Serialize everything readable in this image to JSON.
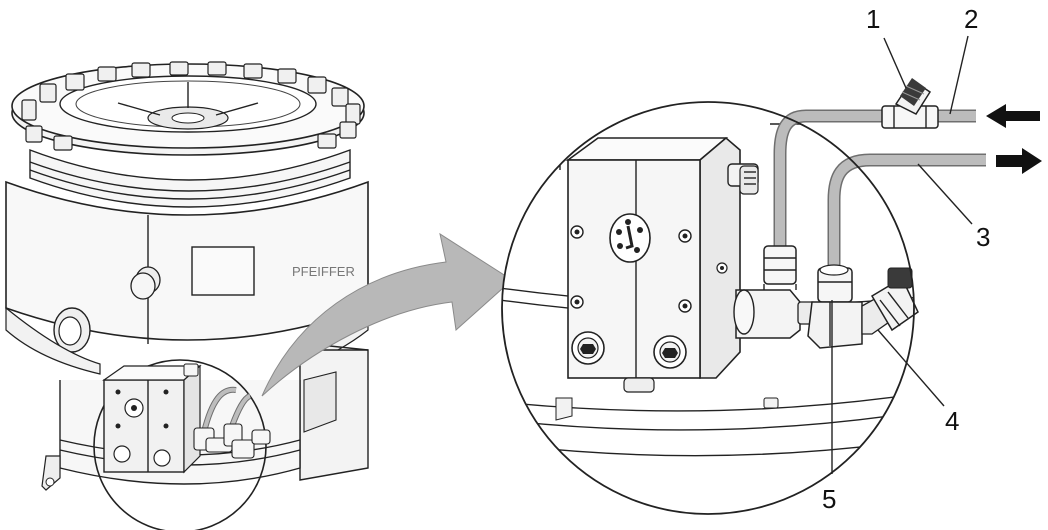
{
  "pump_label": "PFEIFFER",
  "callouts": {
    "c1": "1",
    "c2": "2",
    "c3": "3",
    "c4": "4",
    "c5": "5"
  },
  "colors": {
    "line": "#222222",
    "hose": "#b9b9b9",
    "hose_edge": "#6f6f6f",
    "arrow": "#b5b5b5",
    "body": "#f7f7f7",
    "flow_arrow": "#111111"
  },
  "flow": {
    "inlet_arrow_icon": "arrow-left-icon",
    "outlet_arrow_icon": "arrow-right-icon"
  }
}
